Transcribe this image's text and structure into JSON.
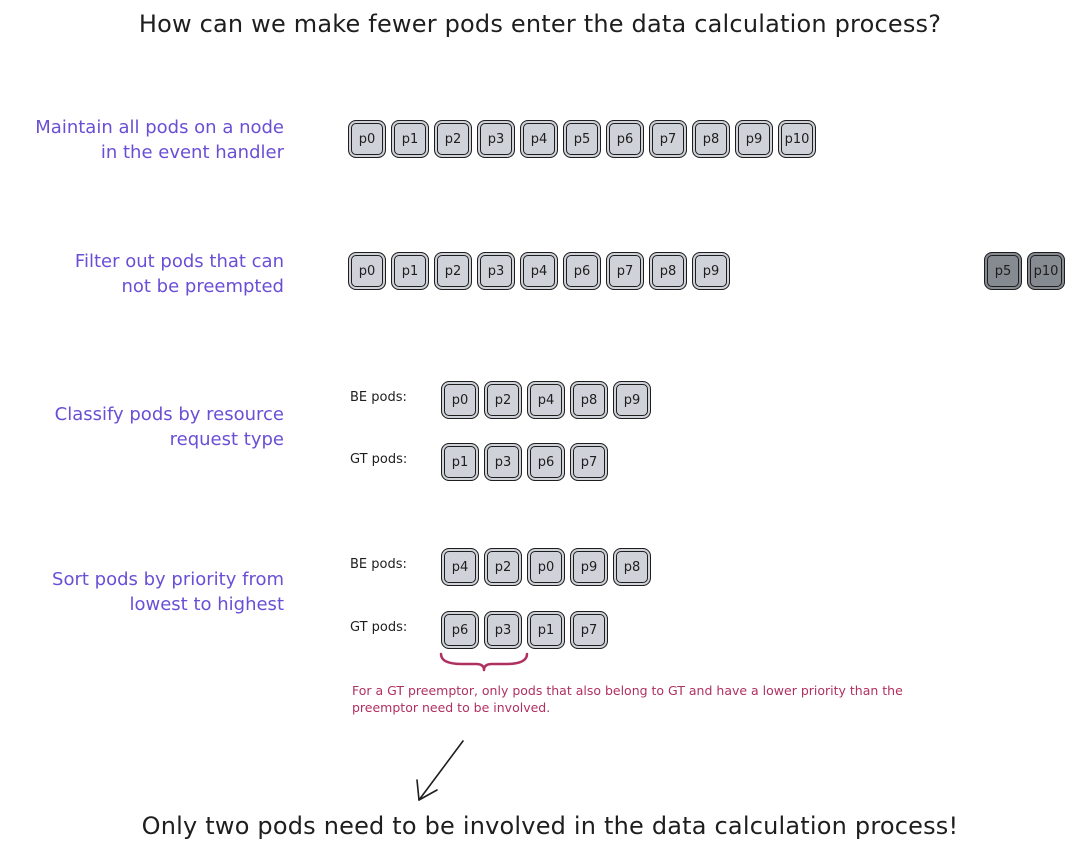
{
  "title": "How can we make fewer pods enter the data calculation process?",
  "footer": "Only two pods need to be involved in the data calculation process!",
  "steps": [
    {
      "line1": "Maintain all pods on a node",
      "line2": "in the event handler"
    },
    {
      "line1": "Filter out pods that can",
      "line2": "not be preempted"
    },
    {
      "line1": "Classify pods by resource",
      "line2": "request type"
    },
    {
      "line1": "Sort pods by priority from",
      "line2": "lowest to highest"
    }
  ],
  "rows": {
    "all_pods": [
      "p0",
      "p1",
      "p2",
      "p3",
      "p4",
      "p5",
      "p6",
      "p7",
      "p8",
      "p9",
      "p10"
    ],
    "filtered_pods": [
      "p0",
      "p1",
      "p2",
      "p3",
      "p4",
      "p6",
      "p7",
      "p8",
      "p9"
    ],
    "excluded_pods": [
      "p5",
      "p10"
    ],
    "classified": {
      "be_label": "BE pods:",
      "be_pods": [
        "p0",
        "p2",
        "p4",
        "p8",
        "p9"
      ],
      "gt_label": "GT pods:",
      "gt_pods": [
        "p1",
        "p3",
        "p6",
        "p7"
      ]
    },
    "sorted": {
      "be_label": "BE pods:",
      "be_pods": [
        "p4",
        "p2",
        "p0",
        "p9",
        "p8"
      ],
      "gt_label": "GT pods:",
      "gt_pods": [
        "p6",
        "p3",
        "p1",
        "p7"
      ]
    }
  },
  "annotation": "For a GT preemptor, only pods that also belong to GT and have a lower priority than the preemptor need to be involved.",
  "colors": {
    "step_label": "#6a4fd6",
    "annotation": "#b03060",
    "pod_fill": "#cfd2d9",
    "pod_excluded_fill": "#868b92",
    "text": "#1e1e1e"
  }
}
